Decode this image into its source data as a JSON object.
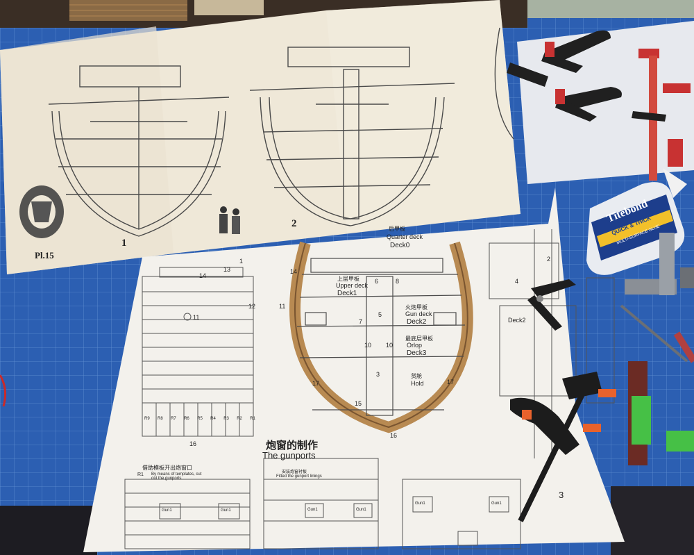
{
  "sheet1": {
    "plate": "Pl.15",
    "section_1": "1",
    "section_2": "2"
  },
  "sheet2": {
    "deck_labels": {
      "quarter_cn": "后甲板",
      "quarter_en": "Quarter deck",
      "deck0": "Deck0",
      "upper_cn": "上层甲板",
      "upper_en": "Upper deck",
      "deck1": "Deck1",
      "gun_cn": "火炮甲板",
      "gun_en": "Gun deck",
      "deck2": "Deck2",
      "orlop_cn": "最底层甲板",
      "orlop_en": "Orlop",
      "deck3": "Deck3",
      "hold_cn": "货舱",
      "hold_en": "Hold",
      "deck2_right": "Deck2"
    },
    "part_numbers": {
      "n1": "1",
      "n2": "2",
      "n3": "3",
      "n4": "4",
      "n5": "5",
      "n6": "6",
      "n7": "7",
      "n8": "8",
      "n10a": "10",
      "n10b": "10",
      "n11": "11",
      "n11b": "11",
      "n12": "12",
      "n13": "13",
      "n14a": "14",
      "n14b": "14",
      "n15": "15",
      "n16a": "16",
      "n16b": "16",
      "n17a": "17",
      "n17b": "17"
    },
    "gunports": {
      "title_cn": "炮窗的制作",
      "title_en": "The gunports",
      "step1_cn": "借助模板开出炮窗口",
      "step1_en": "By means of templates, cut out the gunports",
      "step2_cn": "安装炮窗衬板",
      "step2_en": "Fitted the gunport linings",
      "gun_label": "Gun1",
      "step3": "3"
    },
    "r_labels": [
      "R9",
      "R8",
      "R7",
      "R6",
      "R5",
      "R4",
      "R3",
      "R2",
      "R1"
    ],
    "r1": "R1"
  },
  "glue": {
    "brand": "Titebond",
    "product": "QUICK & THICK",
    "subtitle": "MULTI-SURFACE GLUE"
  }
}
